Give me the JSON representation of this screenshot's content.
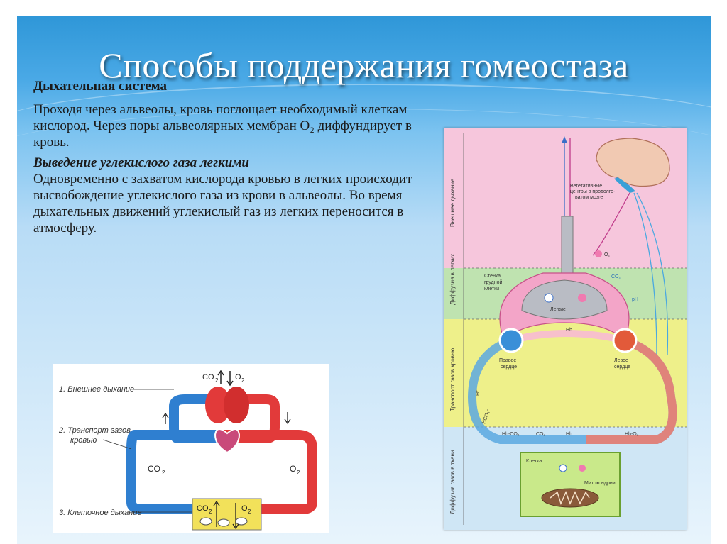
{
  "slide": {
    "title": "Способы поддержания гомеостаза",
    "section1_heading": "Дыхательная система",
    "section1_text": "Проходя через альвеолы, кровь поглощает необходимый клеткам кислород. Через поры альвеолярных мембран O₂ диффундирует в кровь.",
    "section2_heading": "Выведение углекислого газа легкими",
    "section2_text": "Одновременно с захватом кислорода кровью в легких происходит высвобождение углекислого газа из крови в альвеолы. Во время дыхательных движений углекислый газ из легких переносится в атмосферу."
  },
  "small_diagram": {
    "label1": "1. Внешнее дыхание",
    "label2a": "2. Транспорт газов",
    "label2b": "кровью",
    "label3": "3. Клеточное дыхание",
    "co2": "CO",
    "o2": "O",
    "sub2": "2",
    "colors": {
      "venous": "#2f7fd0",
      "arterial": "#e23a3a",
      "cell": "#f2e15a"
    }
  },
  "big_diagram": {
    "band1": "Внешнее дыхание",
    "band2": "Диффузия в легких",
    "band3": "Транспорт газов кровью",
    "band4": "Диффузия газов в ткани",
    "brain_label1": "Вегетативные",
    "brain_label2": "центры в продолго-",
    "brain_label3": "ватом мозге",
    "chest1": "Стенка",
    "chest2": "грудной",
    "chest3": "клетки",
    "lungs": "Легкие",
    "hb": "Hb",
    "ph": "pH",
    "right_heart1": "Правое",
    "right_heart2": "сердце",
    "left_heart1": "Левое",
    "left_heart2": "сердце",
    "hbco2": "Hb-CO₂",
    "hbo2": "Hb-O₂",
    "h": "H⁺",
    "hco": "HCO₃⁻",
    "cell": "Клетка",
    "mito": "Митохондрии",
    "co2": "CO₂",
    "o2": "O₂",
    "colors": {
      "band1": "#f6c6dc",
      "band2": "#bfe3b0",
      "band3": "#eef08a",
      "band4": "#cfe6f5"
    }
  }
}
